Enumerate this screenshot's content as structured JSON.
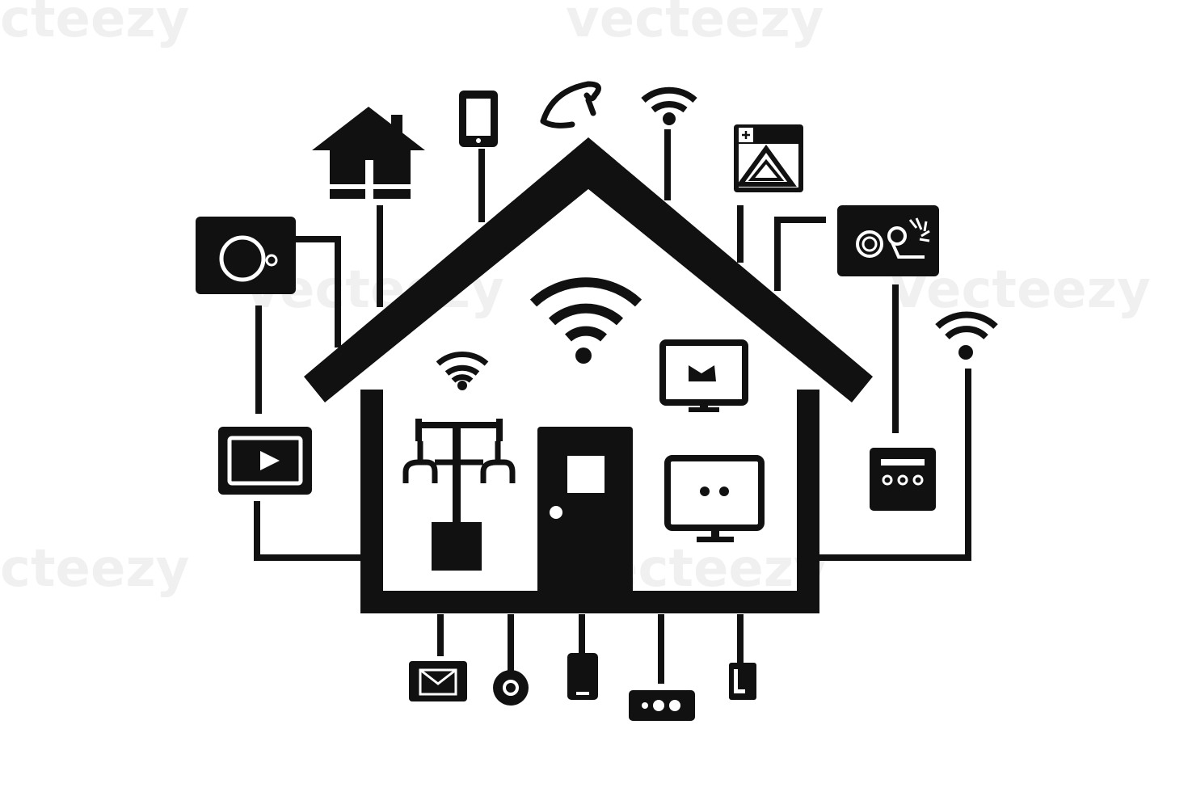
{
  "colors": {
    "ink": "#111111",
    "paper": "#ffffff",
    "watermark": "#000000"
  },
  "watermark": {
    "brand": "Vecteezy",
    "fragment_left": "cteezy",
    "fragment_top_left": "cteezy",
    "fragment_top_center": "vecteezy"
  },
  "devices": {
    "top": [
      "house-icon",
      "smartphone-icon",
      "smart-lock-icon",
      "wifi-icon",
      "alarm-panel-icon",
      "camera-icon"
    ],
    "left": [
      "speaker-icon",
      "video-player-icon"
    ],
    "right": [
      "wifi-icon",
      "thermostat-icon"
    ],
    "bottom": [
      "mail-icon",
      "sensor-icon",
      "phone-icon",
      "router-icon",
      "switch-icon"
    ],
    "inside": [
      "wifi-router-icon",
      "wifi-icon",
      "ceiling-light-icon",
      "door-icon",
      "monitor-icon",
      "tv-icon"
    ]
  }
}
